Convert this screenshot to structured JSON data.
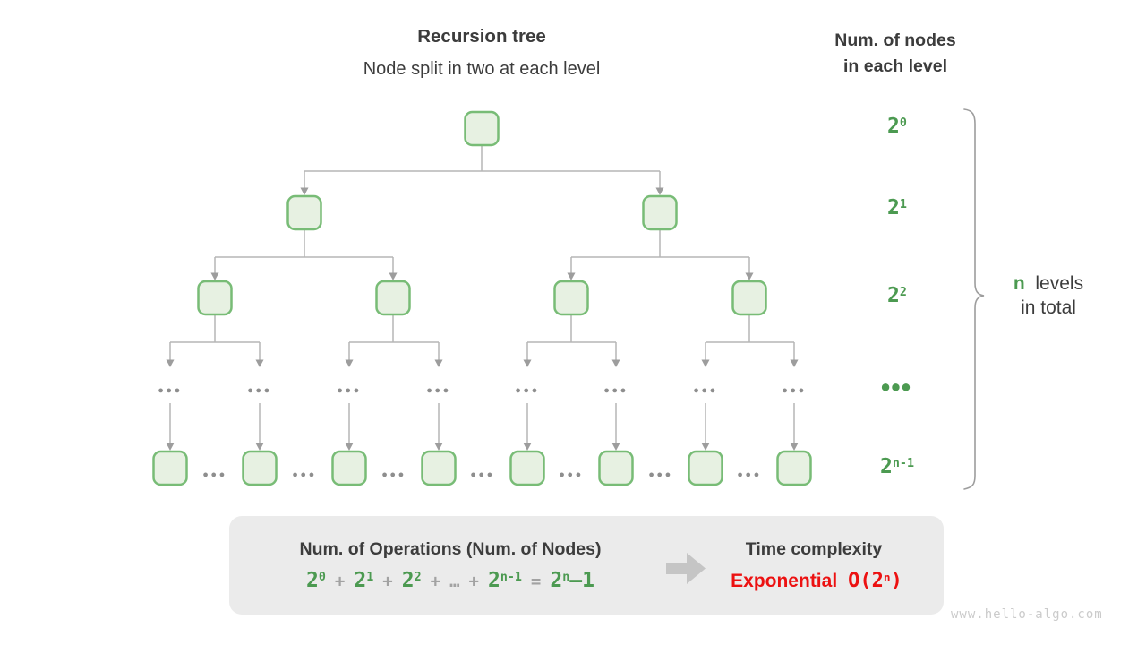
{
  "header": {
    "title": "Recursion tree",
    "subtitle": "Node split in two at each level",
    "right_title_line1": "Num. of nodes",
    "right_title_line2": "in each level"
  },
  "levels": [
    {
      "base": "2",
      "sup": "0"
    },
    {
      "base": "2",
      "sup": "1"
    },
    {
      "base": "2",
      "sup": "2"
    },
    {
      "base": "...",
      "sup": ""
    },
    {
      "base": "2",
      "sup": "n-1"
    }
  ],
  "brace_label": {
    "n": "n",
    "line1_rest": "levels",
    "line2": "in total"
  },
  "tree": {
    "dots": "●●●",
    "levels_node_counts": [
      1,
      2,
      4,
      8
    ]
  },
  "summary": {
    "operations_title": "Num. of Operations (Num. of Nodes)",
    "formula": [
      {
        "base": "2",
        "sup": "0",
        "color": "green"
      },
      {
        "base": "+",
        "color": "gray"
      },
      {
        "base": "2",
        "sup": "1",
        "color": "green"
      },
      {
        "base": "+",
        "color": "gray"
      },
      {
        "base": "2",
        "sup": "2",
        "color": "green"
      },
      {
        "base": "+",
        "color": "gray"
      },
      {
        "base": "…",
        "color": "gray"
      },
      {
        "base": "+",
        "color": "gray"
      },
      {
        "base": "2",
        "sup": "n-1",
        "color": "green"
      },
      {
        "base": "=",
        "color": "gray"
      },
      {
        "base": "2",
        "sup": "n",
        "tail": "–1",
        "color": "green"
      }
    ],
    "time_title": "Time complexity",
    "complexity_word": "Exponential",
    "big_o": {
      "open": "O(2",
      "sup": "n",
      "close": ")"
    }
  },
  "watermark": "www.hello-algo.com",
  "colors": {
    "green": "#4c9a51",
    "red": "#ec1111",
    "text-dark": "#3c3c3c",
    "node-fill": "#e7f1e2",
    "node-border": "#78bc76",
    "connector": "#b5b5b5",
    "arrowhead": "#9d9d9d",
    "dots-gray": "#8e8e8e",
    "operator-gray": "#a2a2a2",
    "box-bg": "#ebebeb",
    "brace": "#9d9d9d",
    "watermark": "#cbcbcb"
  }
}
